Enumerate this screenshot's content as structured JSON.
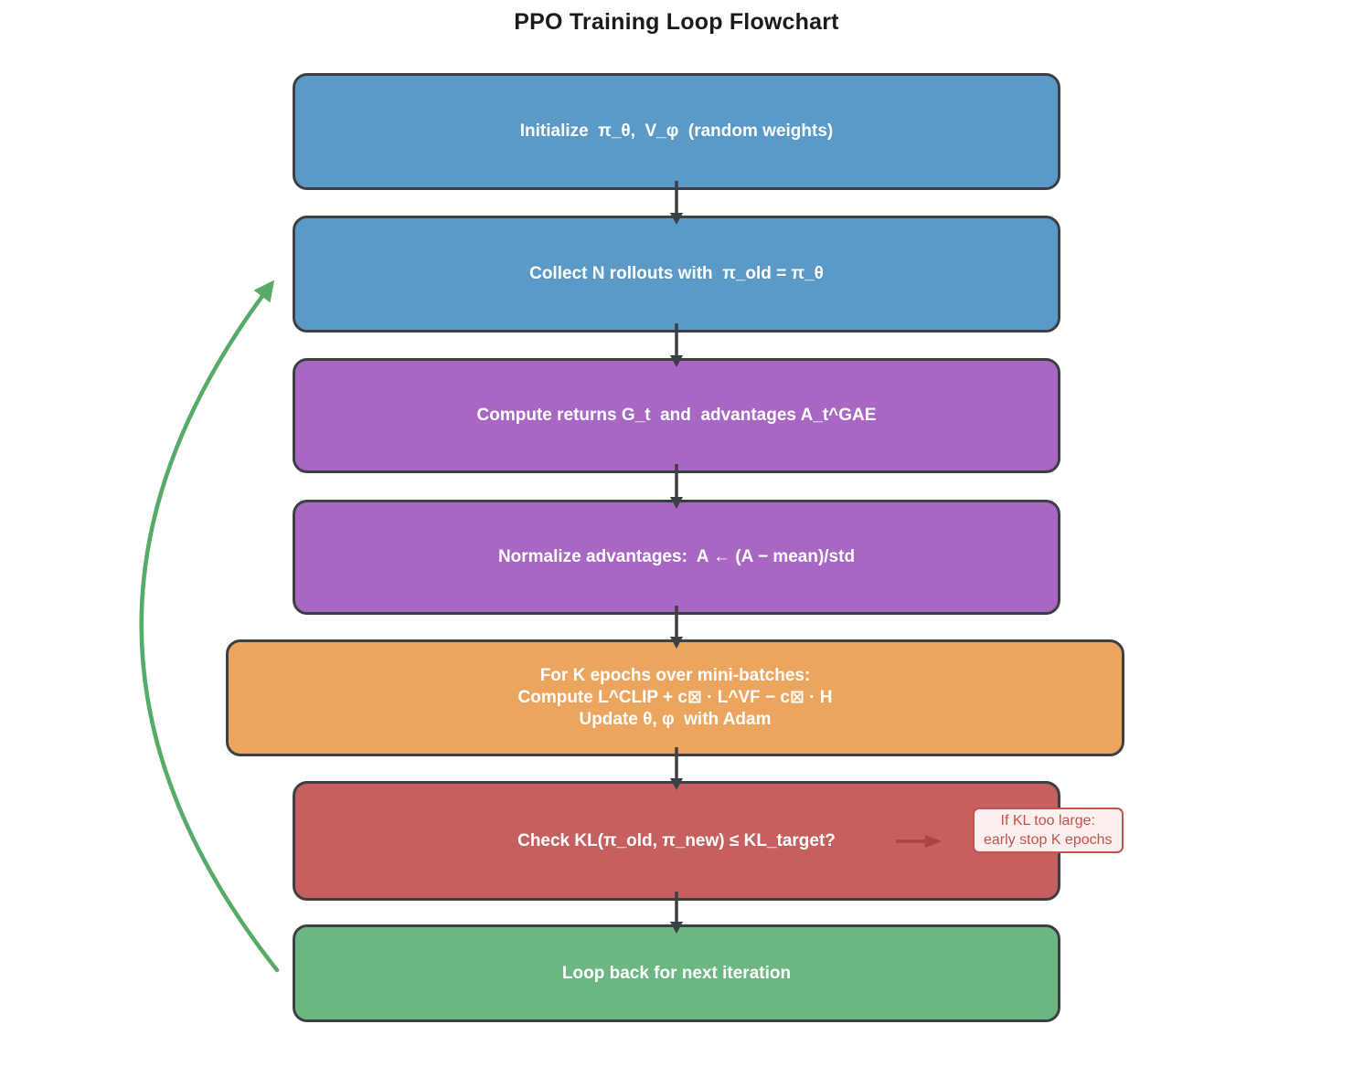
{
  "title": "PPO Training Loop Flowchart",
  "colors": {
    "blue": "#5b99c7",
    "purple": "#a767c3",
    "orange": "#eba55e",
    "red": "#c66060",
    "green": "#6cb681",
    "loop_arrow": "#55ab67",
    "connector": "#3d4043",
    "early_stop_arrow": "#ac4444",
    "note_bg": "#fcf0ee",
    "note_border": "#c4524f",
    "note_text": "#c4524f",
    "title_text": "#1b1b1b",
    "node_text": "#ffffff"
  },
  "nodes": [
    {
      "id": "initialize",
      "label": "Initialize  π_θ,  V_φ  (random weights)"
    },
    {
      "id": "collect-rollouts",
      "label": "Collect N rollouts with  π_old = π_θ"
    },
    {
      "id": "compute-returns",
      "label": "Compute returns G_t  and  advantages A_t^GAE"
    },
    {
      "id": "normalize",
      "label": "Normalize advantages:  A ← (A − mean)/std"
    },
    {
      "id": "epoch-update",
      "lines": [
        "For K epochs over mini-batches:",
        "Compute L^CLIP + c⊠ · L^VF − c⊠ · H",
        "Update θ, φ  with Adam"
      ]
    },
    {
      "id": "kl-check",
      "label": "Check KL(π_old, π_new) ≤ KL_target?"
    },
    {
      "id": "loop-back",
      "label": "Loop back for next iteration"
    }
  ],
  "note": {
    "line1": "If KL too large:",
    "line2": "early stop K epochs"
  }
}
